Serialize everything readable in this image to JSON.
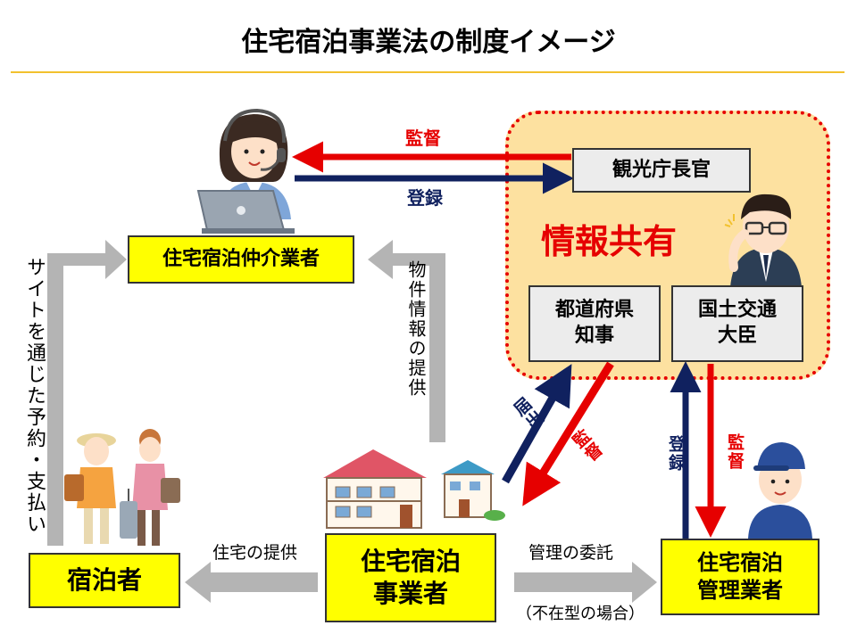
{
  "title": "住宅宿泊事業法の制度イメージ",
  "info_share": "情報共有",
  "boxes": {
    "broker": "住宅宿泊仲介業者",
    "tourism_agency": "観光庁長官",
    "prefecture_governor": "都道府県\n知事",
    "mlit_minister": "国土交通\n大臣",
    "guest": "宿泊者",
    "operator": "住宅宿泊\n事業者",
    "manager": "住宅宿泊\n管理業者"
  },
  "labels": {
    "supervise_top": "監督",
    "register_top": "登録",
    "site_reservation": "サイトを通じた予約・支払い",
    "property_info": "物件情報の提供",
    "notify": "届出",
    "supervise_pref": "監督",
    "manager_register": "登録",
    "manager_supervise": "監督",
    "housing_provision": "住宅の提供",
    "management_entrust": "管理の委託",
    "absent_case": "（不在型の場合）"
  },
  "colors": {
    "red": "#e60000",
    "navy": "#10215f",
    "gray_arrow": "#b4b4b4",
    "yellow": "#ffff00",
    "zone_fill": "#fde1a0",
    "rule": "#f2c12e"
  },
  "icons": [
    "call-operator-icon",
    "laptop-icon",
    "official-glasses-icon",
    "house-icon",
    "small-house-icon",
    "travelers-icon",
    "suitcase-icon",
    "worker-cap-icon"
  ]
}
